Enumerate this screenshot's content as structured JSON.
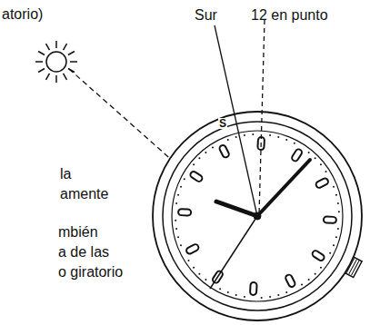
{
  "diagram": {
    "labels": [
      "atorio)",
      "Sur",
      "12 en punto",
      "S",
      "la",
      "amente",
      "mbién",
      "a de las",
      "o giratorio"
    ]
  }
}
